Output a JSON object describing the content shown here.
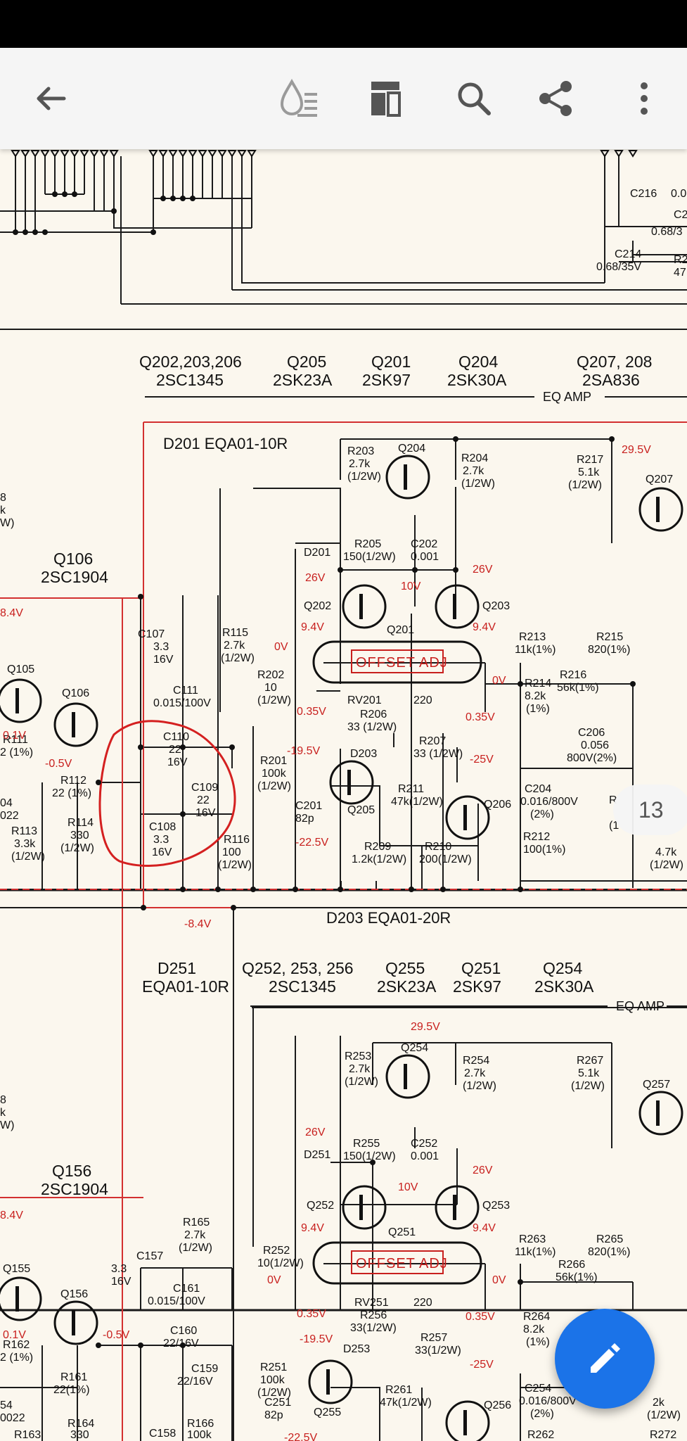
{
  "app": {
    "toolbar_icons": [
      "back-arrow-icon",
      "drop-lines-icon",
      "page-layout-icon",
      "search-icon",
      "share-icon",
      "more-vert-icon"
    ],
    "accent_color": "#1b73e8",
    "page_number": "13"
  },
  "schematic": {
    "eq_amp_label": "EQ AMP",
    "top_header": [
      {
        "ref": "Q202,203,206",
        "part": "2SC1345"
      },
      {
        "ref": "Q205",
        "part": "2SK23A"
      },
      {
        "ref": "Q201",
        "part": "2SK97"
      },
      {
        "ref": "Q204",
        "part": "2SK30A"
      },
      {
        "ref": "Q207, 208",
        "part": "2SA836"
      }
    ],
    "bottom_header": [
      {
        "ref": "D251",
        "part": "EQA01-10R"
      },
      {
        "ref": "Q252, 253, 256",
        "part": "2SC1345"
      },
      {
        "ref": "Q255",
        "part": "2SK23A"
      },
      {
        "ref": "Q251",
        "part": "2SK97"
      },
      {
        "ref": "Q254",
        "part": "2SK30A"
      }
    ],
    "top_block": {
      "diode_title": "D201 EQA01-10R",
      "q106": {
        "ref": "Q106",
        "part": "2SC1904"
      },
      "offset": "OFFSET ADJ",
      "labels": {
        "r203": "R203",
        "r203v": "2.7k",
        "r203w": "(1/2W)",
        "q204": "Q204",
        "r204": "R204",
        "r204v": "2.7k",
        "r204w": "(1/2W)",
        "r217": "R217",
        "r217v": "5.1k",
        "r217w": "(1/2W)",
        "q207": "Q207",
        "d201": "D201",
        "r205": "R205",
        "r205v": "150(1/2W)",
        "c202": "C202",
        "c202v": "0.001",
        "q202": "Q202",
        "q203": "Q203",
        "q201": "Q201",
        "c107": "C107",
        "c107v": "3.3",
        "c107w": "16V",
        "r115": "R115",
        "r115v": "2.7k",
        "r115w": "(1/2W)",
        "r202": "R202",
        "r202v": "10",
        "r202w": "(1/2W)",
        "r213": "R213",
        "r213v": "11k(1%)",
        "r215": "R215",
        "r215v": "820(1%)",
        "r214": "R214",
        "r214v": "8.2k",
        "r214w": "(1%)",
        "r216": "R216",
        "r216v": "56k(1%)",
        "q105": "Q105",
        "q106b": "Q106",
        "c111": "C111",
        "c111v": "0.015/100V",
        "rv201": "RV201",
        "rv201v": "220",
        "r206": "R206",
        "r206v": "33 (1/2W)",
        "r207": "R207",
        "r207v": "33 (1/2W)",
        "c206": "C206",
        "c206v": "0.056",
        "c206w": "800V(2%)",
        "r111": "R111",
        "r111v": "2 (1%)",
        "c110": "C110",
        "c110v": "22",
        "c110w": "16V",
        "d203": "D203",
        "r201": "R201",
        "r201v": "100k",
        "r201w": "(1/2W)",
        "c109": "C109",
        "c109v": "22",
        "c109w": "16V",
        "q205": "Q205",
        "q206": "Q206",
        "r112": "R112",
        "r112v": "22 (1%)",
        "r211": "R211",
        "r211v": "47k(1/2W)",
        "c204": "C204",
        "c204v": "0.016/800V",
        "c204w": "(2%)",
        "c201": "C201",
        "c201v": "82p",
        "r113": "R113",
        "r113v": "3.3k",
        "r113w": "(1/2W)",
        "r114": "R114",
        "r114v": "330",
        "r114w": "(1/2W)",
        "c108": "C108",
        "c108v": "3.3",
        "c108w": "16V",
        "r116": "R116",
        "r116v": "100",
        "r116w": "(1/2W)",
        "r209": "R209",
        "r209v": "1.2k(1/2W)",
        "r210": "R210",
        "r210v": "200(1/2W)",
        "r212": "R212",
        "r212v": "100(1%)",
        "r47k": "4.7k",
        "r47kw": "(1/2W)",
        "c216": "C216",
        "c216v": "0.0",
        "c2x": "C2",
        "c2xv": "0.68/3",
        "c214": "C214",
        "c214v": "0.68/35V",
        "r2x": "R2",
        "r2xv": "47",
        "r04": "04",
        "r022": "022",
        "r8": "8",
        "rk": "k",
        "rw": "W)",
        "rp": "R",
        "r1": "(1"
      },
      "voltages": {
        "v295": "29.5V",
        "v26a": "26V",
        "v26b": "26V",
        "v10": "10V",
        "v94a": "9.4V",
        "v94b": "9.4V",
        "v0a": "0V",
        "v0b": "0V",
        "v035a": "0.35V",
        "v035b": "0.35V",
        "v195": "-19.5V",
        "v25": "-25V",
        "v225": "-22.5V",
        "v84a": "8.4V",
        "v01": "0.1V",
        "v05": "-0.5V",
        "v84b": "-8.4V"
      }
    },
    "diode_title_mid": "D203 EQA01-20R",
    "bottom_block": {
      "q156": {
        "ref": "Q156",
        "part": "2SC1904"
      },
      "offset": "OFFSET ADJ",
      "labels": {
        "r253": "R253",
        "r253v": "2.7k",
        "r253w": "(1/2W)",
        "q254": "Q254",
        "r254": "R254",
        "r254v": "2.7k",
        "r254w": "(1/2W)",
        "r267": "R267",
        "r267v": "5.1k",
        "r267w": "(1/2W)",
        "q257": "Q257",
        "d251": "D251",
        "r255": "R255",
        "r255v": "150(1/2W)",
        "c252": "C252",
        "c252v": "0.001",
        "q252": "Q252",
        "q253": "Q253",
        "q251": "Q251",
        "r165": "R165",
        "r165v": "2.7k",
        "r165w": "(1/2W)",
        "r252": "R252",
        "r252v": "10(1/2W)",
        "r263": "R263",
        "r263v": "11k(1%)",
        "r265": "R265",
        "r265v": "820(1%)",
        "r266": "R266",
        "r266v": "56k(1%)",
        "c157": "C157",
        "c157v": "3.3",
        "c157w": "16V",
        "q155": "Q155",
        "q156b": "Q156",
        "c161": "C161",
        "c161v": "0.015/100V",
        "rv251": "RV251",
        "rv251v": "220",
        "r256": "R256",
        "r256v": "33(1/2W)",
        "r257": "R257",
        "r257v": "33(1/2W)",
        "r264": "R264",
        "r264v": "8.2k",
        "r264w": "(1%)",
        "r162": "R162",
        "r162v": "2 (1%)",
        "c160": "C160",
        "c160v": "22/16V",
        "d253": "D253",
        "r251": "R251",
        "r251v": "100k",
        "r251w": "(1/2W)",
        "c159": "C159",
        "c159v": "22/16V",
        "r161": "R161",
        "r161v": "22(1%)",
        "r261": "R261",
        "r261v": "47k(1/2W)",
        "c254": "C254",
        "c254v": "0.016/800V",
        "c254w": "(2%)",
        "c251": "C251",
        "c251v": "82p",
        "q255": "Q255",
        "q256": "Q256",
        "r163": "R163",
        "r164": "R164",
        "r164v": "330",
        "c158": "C158",
        "r166": "R166",
        "r166v": "100k",
        "r262": "R262",
        "r272": "R272",
        "r2k": "2k",
        "r2kw": "(1/2W)",
        "r54": "54",
        "r0022": "0022",
        "r8": "8",
        "rk": "k",
        "rw": "W)"
      },
      "voltages": {
        "v295": "29.5V",
        "v26a": "26V",
        "v26b": "26V",
        "v10": "10V",
        "v94a": "9.4V",
        "v94b": "9.4V",
        "v0a": "0V",
        "v0b": "0V",
        "v035a": "0.35V",
        "v035b": "0.35V",
        "v195": "-19.5V",
        "v25": "-25V",
        "v84": "8.4V",
        "v01": "0.1V",
        "v05": "-0.5V",
        "v225": "-22.5V"
      }
    }
  }
}
